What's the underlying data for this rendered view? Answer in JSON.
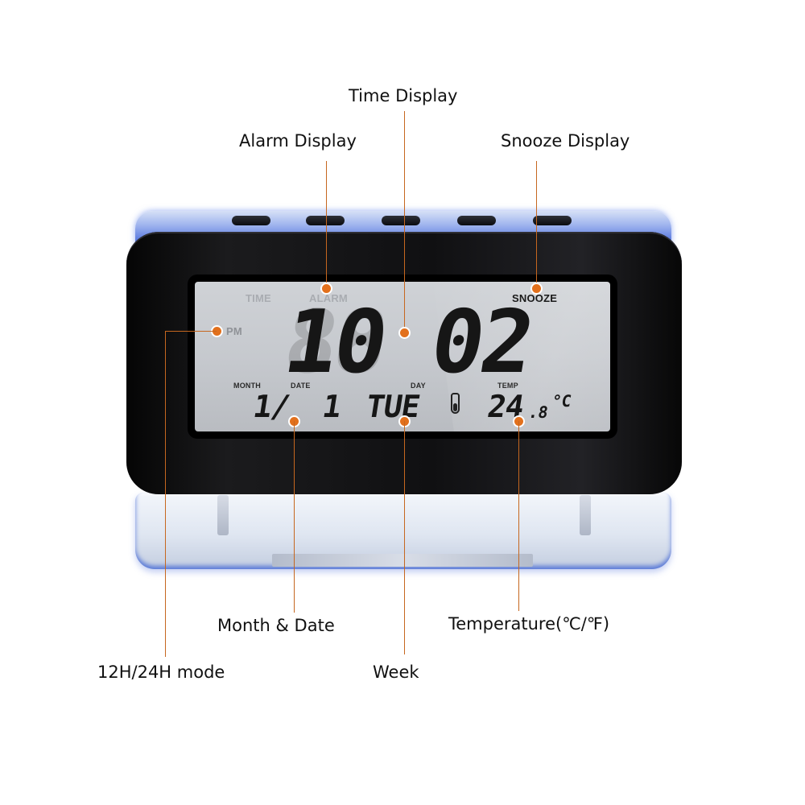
{
  "callouts": {
    "time_display": "Time Display",
    "alarm_display": "Alarm Display",
    "snooze_display": "Snooze Display",
    "month_date": "Month & Date",
    "temperature": "Temperature(℃/℉)",
    "mode_12h_24h": "12H/24H mode",
    "week": "Week"
  },
  "lcd": {
    "time_label": "TIME",
    "alarm_label": "ALARM",
    "snooze_label": "SNOOZE",
    "pm_label": "PM",
    "month_label": "MONTH",
    "date_label": "DATE",
    "day_label": "DAY",
    "temp_label": "TEMP",
    "hours": "10",
    "minutes": "02",
    "month": "1/",
    "date": "1",
    "weekday": "TUE",
    "temp_whole": "24",
    "temp_decimal": ".8",
    "temp_unit": "°C"
  },
  "colors": {
    "callout_line": "#c6671f",
    "callout_dot": "#e2701c",
    "device_body": "#111111",
    "lcd_background": "#c6c9ce",
    "rim_glow": "#3e62d9"
  }
}
